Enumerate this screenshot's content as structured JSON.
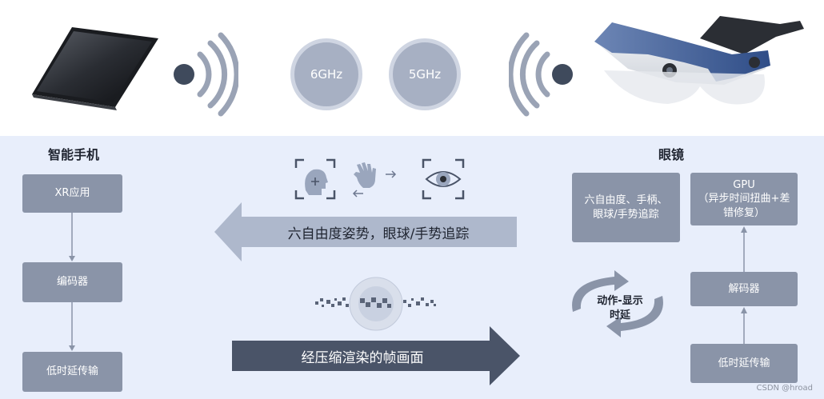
{
  "top": {
    "freq_left": "6GHz",
    "freq_right": "5GHz"
  },
  "left_section": {
    "title": "智能手机",
    "boxes": [
      "XR应用",
      "编码器",
      "低时延传输"
    ]
  },
  "right_section": {
    "title": "眼镜",
    "tracking_box": "六自由度、手柄、\n眼球/手势追踪",
    "gpu_box": "GPU\n（异步时间扭曲+差\n错修复）",
    "decoder_box": "解码器",
    "transport_box": "低时延传输"
  },
  "middle": {
    "upstream_arrow": "六自由度姿势，眼球/手势追踪",
    "downstream_arrow": "经压缩渲染的帧画面",
    "cycle_label": "动作-显示\n时延"
  },
  "watermark": "CSDN @hroad",
  "colors": {
    "box_fill": "#8a94a8",
    "bottom_bg": "#e8eefb",
    "upstream_arrow": "#aeb8cc",
    "downstream_arrow": "#4a5468",
    "signal_dot": "#3f4a5c"
  }
}
